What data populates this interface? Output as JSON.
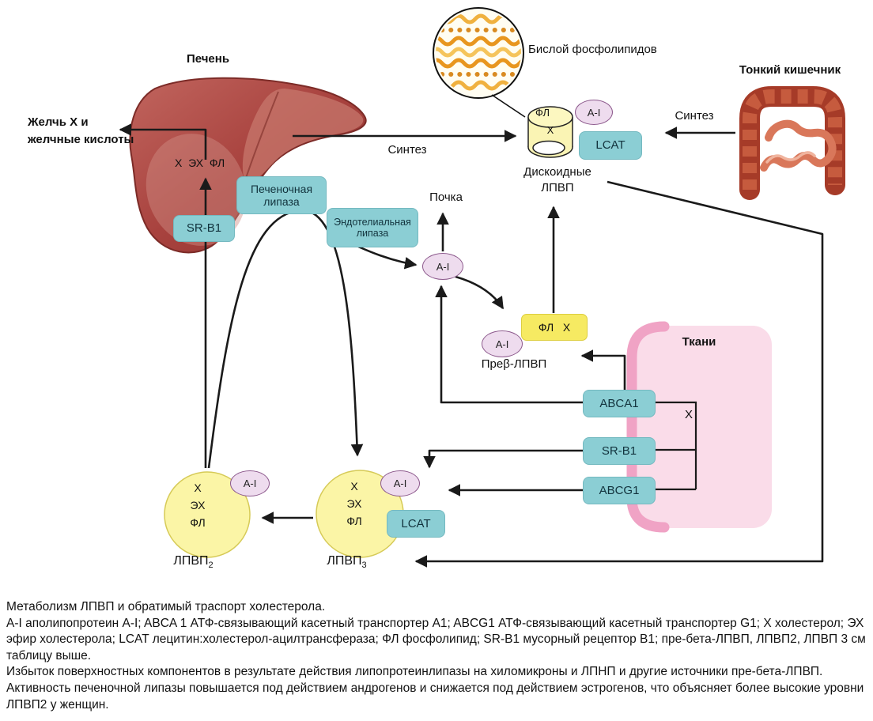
{
  "nodes": {
    "liver_title": "Печень",
    "bile": {
      "line1": "Желчь Х и",
      "line2": "желчные кислоты"
    },
    "liver_contents": "Х  ЭХ  ФЛ",
    "srb1_liver": "SR-B1",
    "hepatic_lipase": {
      "line1": "Печеночная",
      "line2": "липаза"
    },
    "endothelial_lipase": {
      "line1": "Эндотелиальная",
      "line2": "липаза"
    },
    "synthesis_left": "Синтез",
    "bilayer_label": "Бислой фосфолипидов",
    "discoid": {
      "fl": "ФЛ",
      "x": "Х",
      "ai": "A-I",
      "lcat": "LCAT",
      "name1": "Дискоидные",
      "name2": "ЛПВП"
    },
    "intestine_title": "Тонкий кишечник",
    "synthesis_right": "Синтез",
    "kidney": "Почка",
    "free_ai": "A-I",
    "prebeta": {
      "flx": "ФЛ   Х",
      "ai": "A-I",
      "name": "Преβ-ЛПВП"
    },
    "tissues": {
      "title": "Ткани",
      "abca1": "ABCA1",
      "x": "Х",
      "srb1": "SR-B1",
      "abcg1": "ABCG1"
    },
    "hdl2": {
      "x": "Х",
      "ex": "ЭХ",
      "fl": "ФЛ",
      "ai": "A-I",
      "name": "ЛПВП",
      "sub": "2"
    },
    "hdl3": {
      "x": "Х",
      "ex": "ЭХ",
      "fl": "ФЛ",
      "ai": "A-I",
      "lcat": "LCAT",
      "name": "ЛПВП",
      "sub": "3"
    }
  },
  "caption": {
    "title": "Метаболизм ЛПВП и обратимый траспорт холестерола.",
    "abbreviations": "А-I аполипопротеин A-I; ABCA 1 АТФ-связывающий касетный транспортер A1; ABCG1 АТФ-связывающий касетный транспортер G1; Х холестерол; ЭХ эфир холестерола; LCAT лецитин:холестерол-ацилтрансфераза; ФЛ фосфолипид; SR-B1 мусорный рецептор B1; пре-бета-ЛПВП, ЛПВП2, ЛПВП 3 см таблицу выше.",
    "note": "Избыток поверхностных компонентов в результате действия липопротеинлипазы на хиломикроны и ЛПНП и другие источники пре-бета-ЛПВП. Активность печеночной липазы повышается под действием андрогенов и снижается под действием эстрогенов, что объясняет более высокие уровни ЛПВП2 у женщин."
  },
  "colors": {
    "teal_box": "#8bced4",
    "yellow_pale": "#fbf5a6",
    "yellow_bright": "#f6ea62",
    "lavender": "#eedcee",
    "purple_border": "#8d5a8d",
    "pink_region": "#fadce9",
    "pink_band": "#f0a3c5",
    "liver_red": "#a8423e",
    "intestine_red": "#a63b28",
    "bilayer_orange": "#e8961f",
    "line": "#1a1a1a"
  }
}
